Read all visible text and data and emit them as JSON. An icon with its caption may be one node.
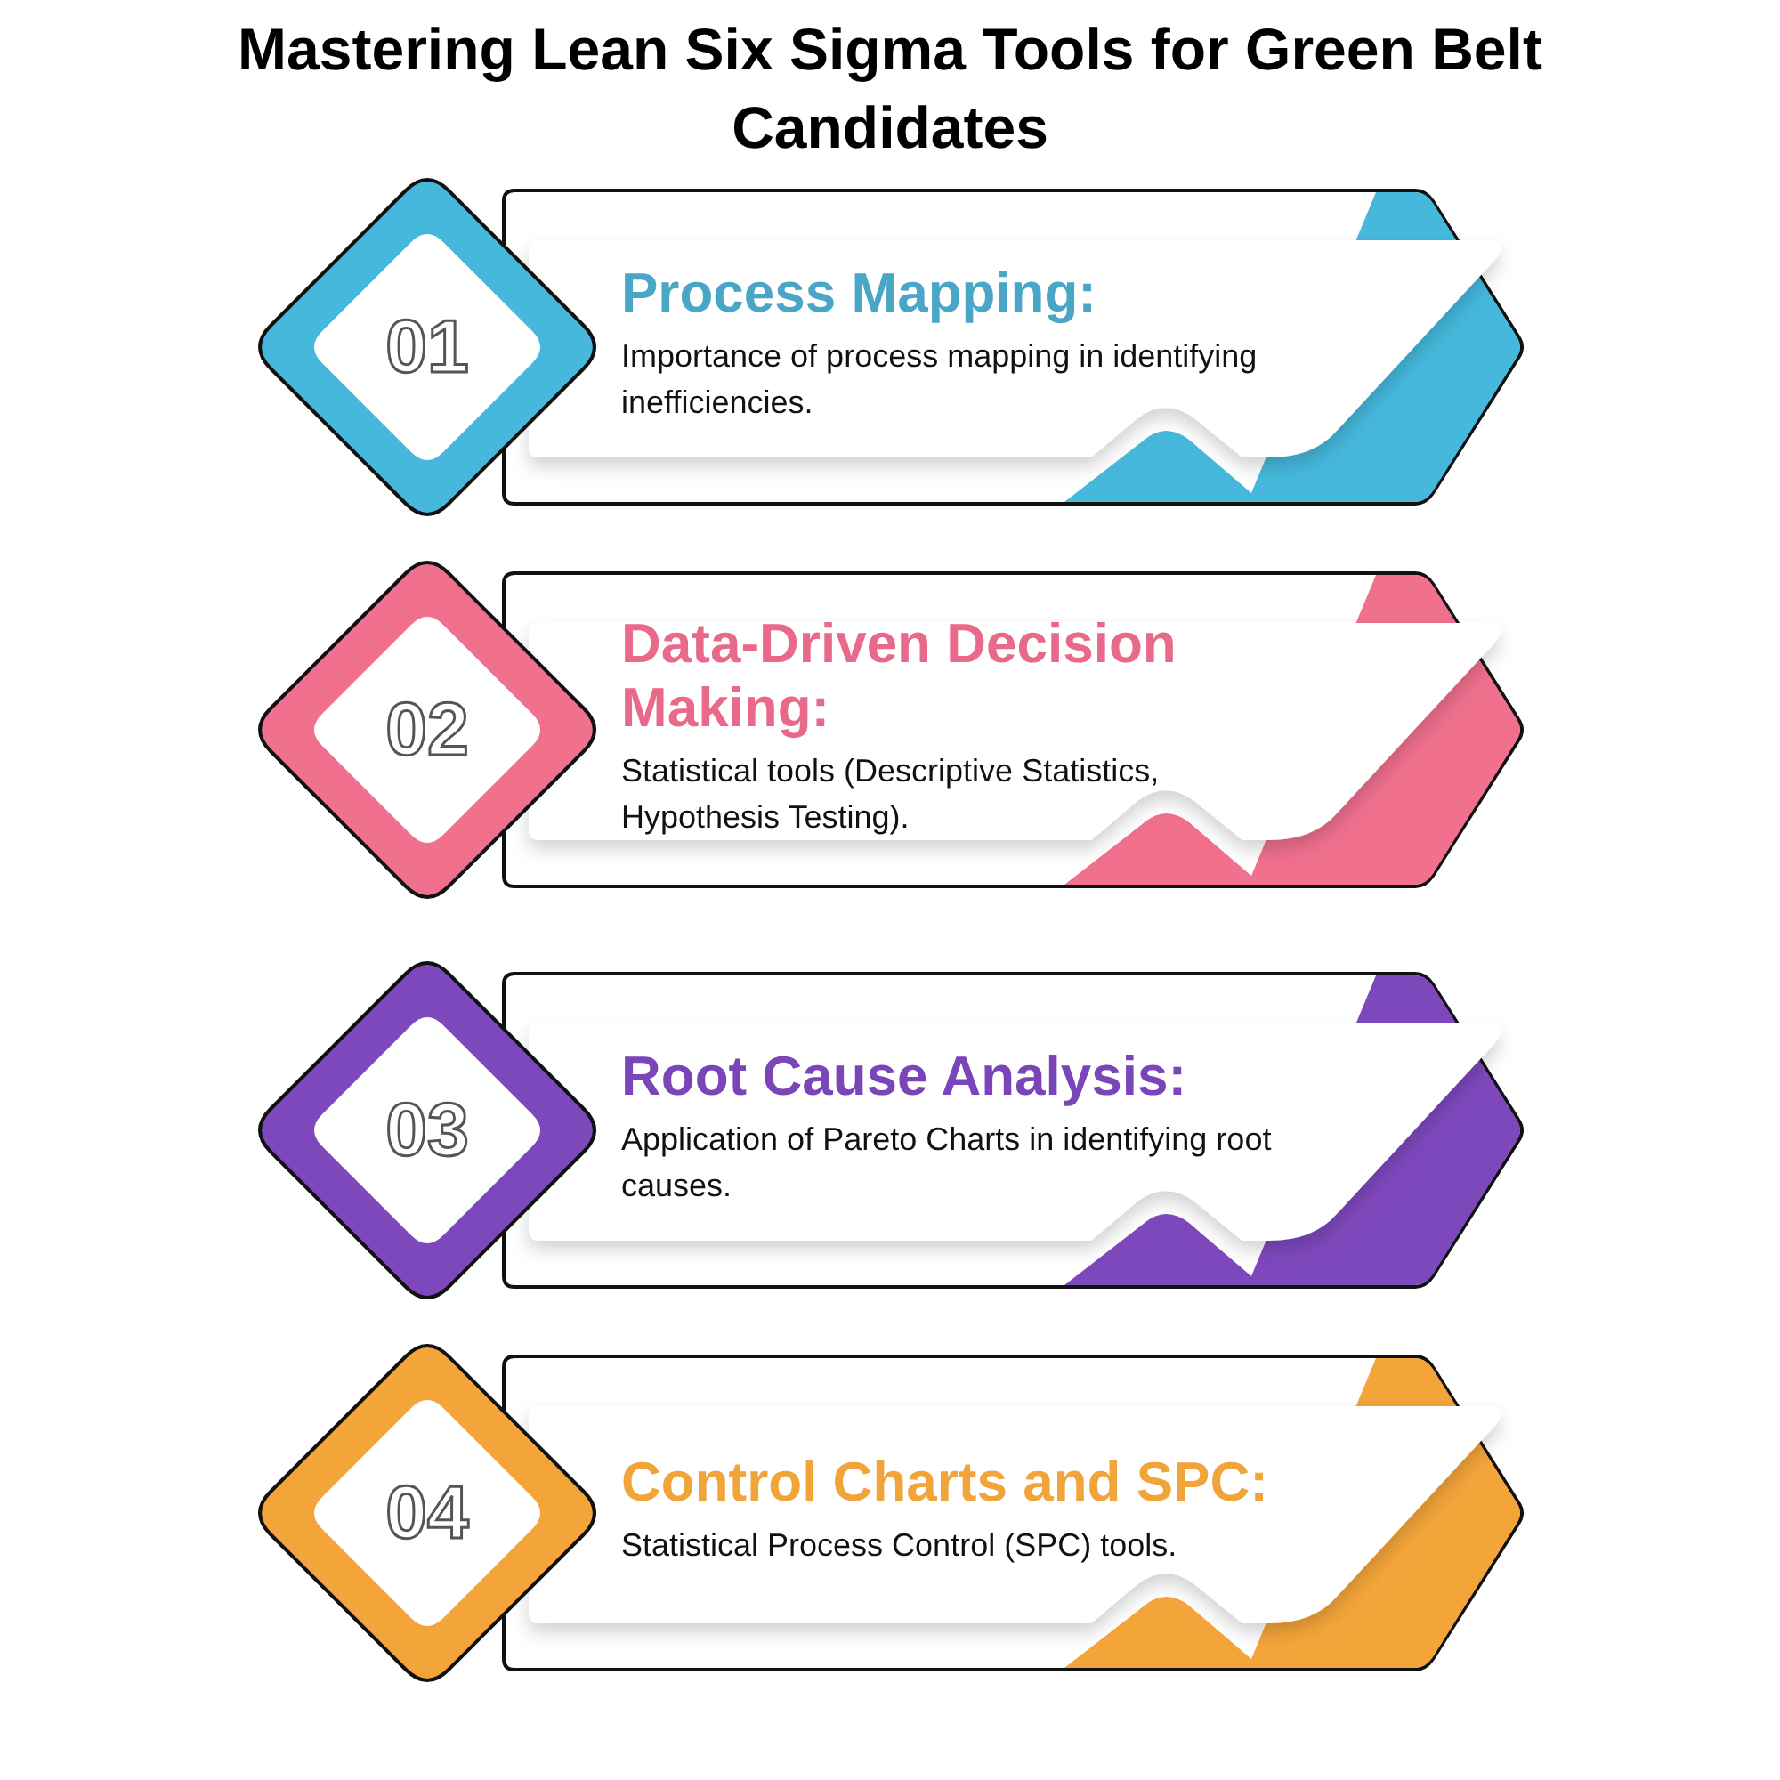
{
  "diagram": {
    "title": "Mastering Lean Six Sigma Tools for Green Belt Candidates",
    "nodes": [
      {
        "text": [
          "01"
        ]
      },
      {
        "text": [
          "Process Mapping:",
          "Importance of process mapping in identifying inefficiencies."
        ]
      },
      {
        "text": [
          "02"
        ]
      },
      {
        "text": [
          "Data-Driven Decision Making:",
          "Statistical tools (Descriptive Statistics, Hypothesis Testing)."
        ]
      },
      {
        "text": [
          "03"
        ]
      },
      {
        "text": [
          "Root Cause Analysis:",
          "Application of Pareto Charts in identifying root causes."
        ]
      },
      {
        "text": [
          "04"
        ]
      },
      {
        "text": [
          "Control Charts and SPC:",
          "Statistical Process Control (SPC) tools."
        ]
      }
    ],
    "edges": []
  }
}
